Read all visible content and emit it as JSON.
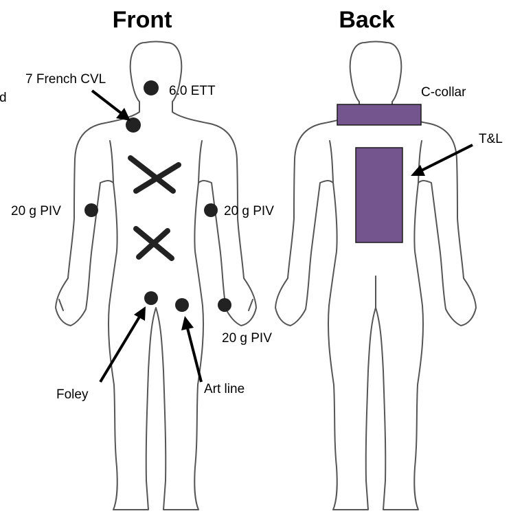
{
  "headings": {
    "front": "Front",
    "back": "Back"
  },
  "labels": {
    "cvl": "7 French CVL",
    "cvl_cutoff": "d",
    "ett": "6.0 ETT",
    "piv_left": "20 g PIV",
    "piv_right": "20 g PIV",
    "piv_hand": "20 g PIV",
    "foley": "Foley",
    "art_line": "Art line",
    "c_collar": "C-collar",
    "tl": "T&L"
  },
  "colors": {
    "marker": "#222222",
    "immobilization": "#74558e",
    "immobilization_border": "#1a1a1a",
    "outline": "#555555"
  },
  "marks": {
    "chest_tubes": 2,
    "lines_and_tubes": 7,
    "immobilization_devices": 2
  }
}
